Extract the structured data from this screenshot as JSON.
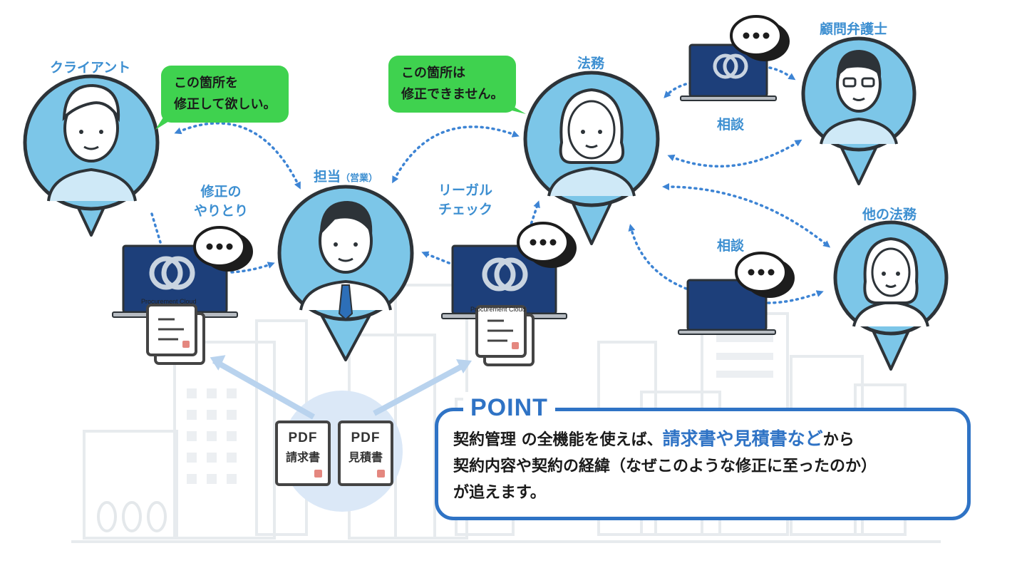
{
  "people": {
    "client": {
      "label": "クライアント"
    },
    "sales": {
      "label": "担当",
      "sub": "（営業）"
    },
    "legal": {
      "label": "法務"
    },
    "advisor": {
      "label": "顧問弁護士"
    },
    "other_legal": {
      "label": "他の法務"
    }
  },
  "bubbles": {
    "client": {
      "line1": "この箇所を",
      "line2": "修正して欲しい。"
    },
    "sales": {
      "line1": "この箇所は",
      "line2": "修正できません。"
    }
  },
  "flows": {
    "revision_exchange": {
      "line1": "修正の",
      "line2": "やりとり"
    },
    "legal_check": {
      "line1": "リーガル",
      "line2": "チェック"
    },
    "consult_advisor": "相談",
    "consult_other": "相談"
  },
  "laptops": {
    "left_caption": "Procurement Cloud",
    "middle_caption": "Procurement Cloud"
  },
  "pdfs": [
    {
      "format": "PDF",
      "name": "請求書"
    },
    {
      "format": "PDF",
      "name": "見積書"
    }
  ],
  "point": {
    "title": "POINT",
    "part1": "契約管理 の全機能を使えば、",
    "highlight": "請求書や見積書など",
    "part2": "から",
    "line2": "契約内容や契約の経緯（なぜこのような修正に至ったのか）",
    "line3": "が追えます。"
  },
  "colors": {
    "avatar_fill": "#7cc6e8",
    "avatar_stroke": "#2d3338",
    "label_blue": "#3d8fd1",
    "bubble_green": "#3fd24f",
    "point_blue": "#2f73c5",
    "arrow_blue": "#3d84d4",
    "laptop_screen": "#1d3f7a"
  }
}
